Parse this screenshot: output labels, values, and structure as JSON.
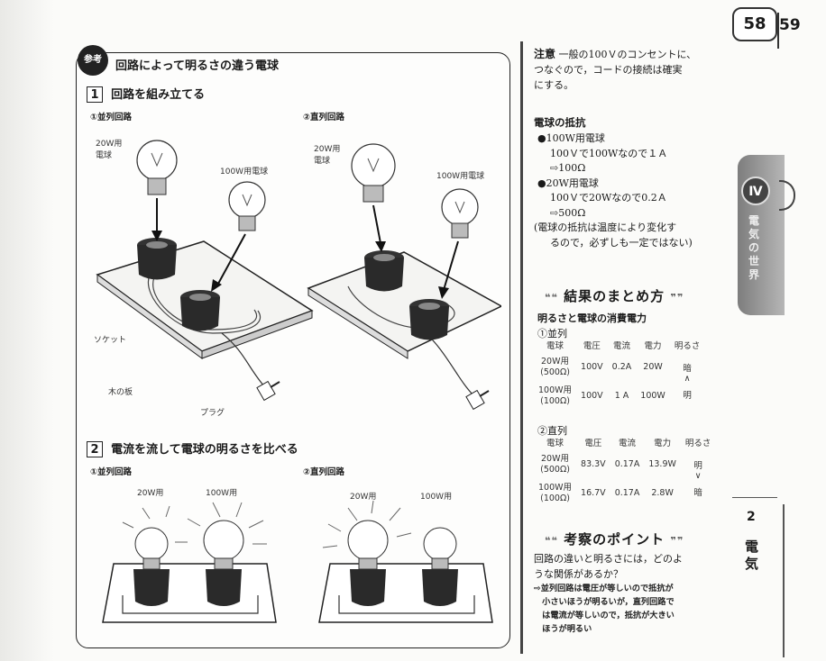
{
  "page": {
    "number": "58",
    "next_number": "59"
  },
  "left": {
    "title": "回路によって明るさの違う電球",
    "title_icon": "参考",
    "step1": {
      "num": "1",
      "title": "回路を組み立てる"
    },
    "parallel_label": "①並列回路",
    "series_label": "②直列回路",
    "bulb20": "20W用\n電球",
    "bulb100": "100W用電球",
    "socket": "ソケット",
    "board": "木の板",
    "plug": "プラグ",
    "step2": {
      "num": "2",
      "title": "電流を流して電球の明るさを比べる"
    },
    "w20": "20W用",
    "w100": "100W用"
  },
  "right": {
    "note_head": "注意",
    "note_text": "一般の100Ｖのコンセントに、\nつなぐので，コードの接続は確実\nにする。",
    "resist_head": "電球の抵抗",
    "resist_lines": [
      "●100W用電球",
      "100Ｖで100Wなので１Ａ",
      "⇨100Ω",
      "●20W用電球",
      "100Ｖで20Wなので0.2Ａ",
      "⇨500Ω",
      "(電球の抵抗は温度により変化す",
      "るので，必ずしも一定ではない)"
    ],
    "summary_banner": "結果のまとめ方",
    "summary_sub": "明るさと電球の消費電力",
    "parallel": "①並列",
    "series": "②直列",
    "table_headers": [
      "電球",
      "電圧",
      "電流",
      "電力",
      "明るさ"
    ],
    "parallel_rows": [
      [
        "20W用\n(500Ω)",
        "100V",
        "0.2A",
        "20W",
        "暗"
      ],
      [
        "100W用\n(100Ω)",
        "100V",
        "1 A",
        "100W",
        "明"
      ]
    ],
    "parallel_ineq": "∧",
    "series_rows": [
      [
        "20W用\n(500Ω)",
        "83.3V",
        "0.17A",
        "13.9W",
        "明"
      ],
      [
        "100W用\n(100Ω)",
        "16.7V",
        "0.17A",
        "2.8W",
        "暗"
      ]
    ],
    "series_ineq": "∨",
    "consider_banner": "考察のポイント",
    "consider_q": "回路の違いと明るさには，どのよ\nうな関係があるか？",
    "consider_a": "⇨並列回路は電圧が等しいので抵抗が\n　小さいほうが明るいが，直列回路で\n　は電流が等しいので，抵抗が大きい\n　ほうが明るい"
  },
  "side": {
    "tab_num": "Ⅳ",
    "tab_text": "電気の世界",
    "chapter": "2",
    "chapter_title": "電気"
  }
}
